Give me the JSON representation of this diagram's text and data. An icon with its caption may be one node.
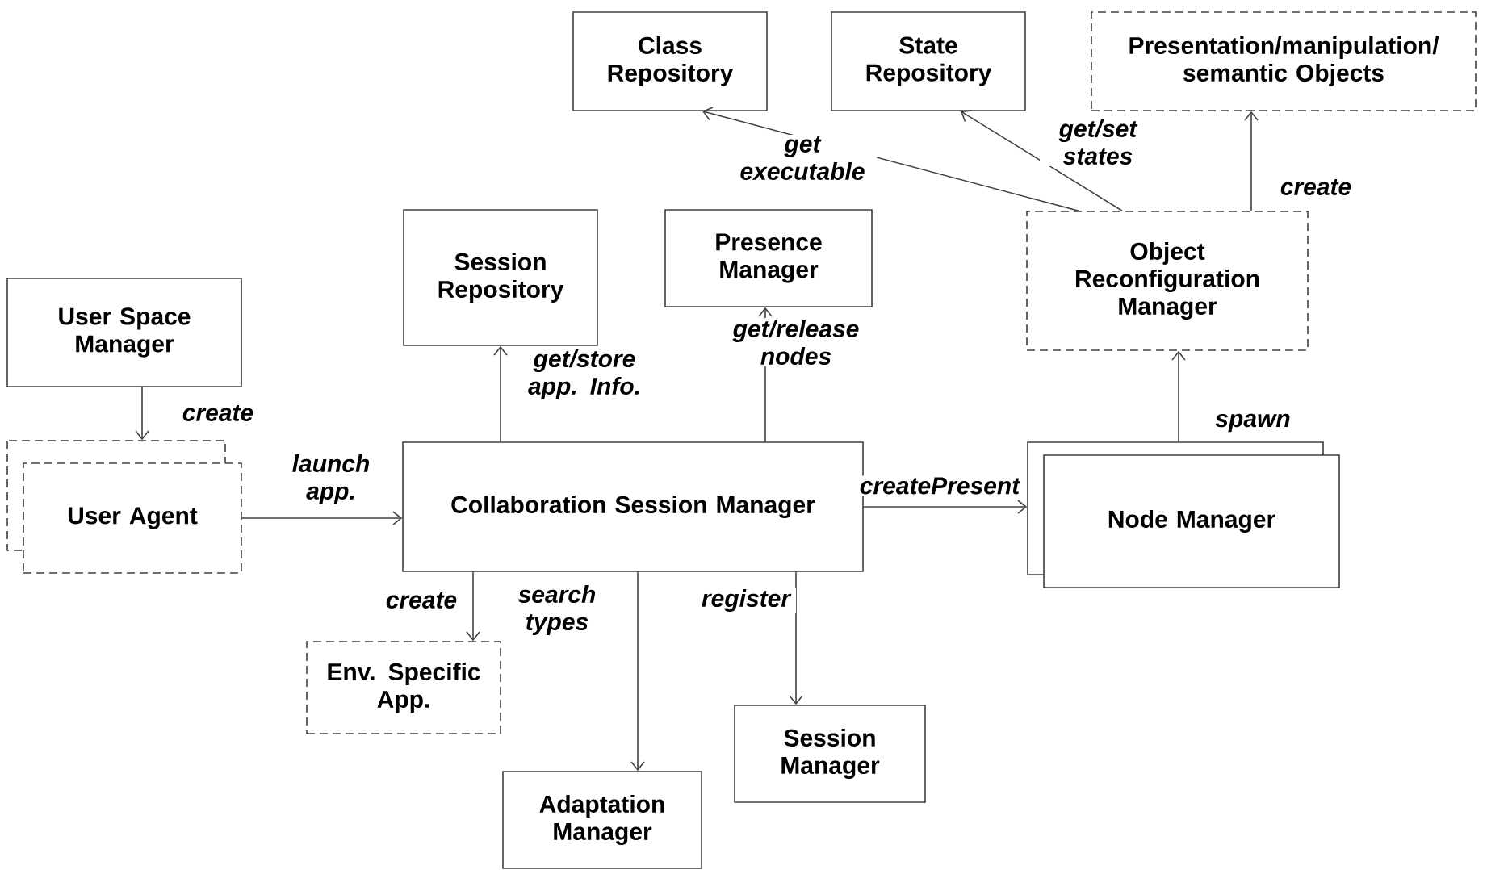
{
  "diagram": {
    "nodes": [
      {
        "text": [
          "Class Repository"
        ]
      },
      {
        "text": [
          "State Repository"
        ]
      },
      {
        "text": [
          "Presentation/manipulation/ semantic Objects"
        ]
      },
      {
        "text": [
          "Session Repository"
        ]
      },
      {
        "text": [
          "Presence Manager"
        ]
      },
      {
        "text": [
          "Object Reconfiguration Manager"
        ]
      },
      {
        "text": [
          "User Space Manager"
        ]
      },
      {
        "text": [
          "User Agent"
        ]
      },
      {
        "text": [
          "Collaboration Session Manager"
        ]
      },
      {
        "text": [
          "Node Manager"
        ]
      },
      {
        "text": [
          "Env. Specific App."
        ]
      },
      {
        "text": [
          "Session Manager"
        ]
      },
      {
        "text": [
          "Adaptation Manager"
        ]
      }
    ],
    "edges": [
      {
        "from": 6,
        "to": 7,
        "arrow": "to",
        "label": "create"
      },
      {
        "from": 7,
        "to": 8,
        "arrow": "to",
        "label": "launch app."
      },
      {
        "from": 8,
        "to": 3,
        "arrow": "to",
        "label": "get/store app. Info."
      },
      {
        "from": 8,
        "to": 4,
        "arrow": "to",
        "label": "get/release nodes"
      },
      {
        "from": 8,
        "to": 9,
        "arrow": "to",
        "label": "createPresent"
      },
      {
        "from": 9,
        "to": 5,
        "arrow": "to",
        "label": "spawn"
      },
      {
        "from": 5,
        "to": 0,
        "arrow": "to",
        "label": "get executable"
      },
      {
        "from": 5,
        "to": 1,
        "arrow": "to",
        "label": "get/set states"
      },
      {
        "from": 5,
        "to": 2,
        "arrow": "to",
        "label": "create"
      },
      {
        "from": 8,
        "to": 10,
        "arrow": "to",
        "label": "create"
      },
      {
        "from": 8,
        "to": 12,
        "arrow": "to",
        "label": "search types"
      },
      {
        "from": 8,
        "to": 11,
        "arrow": "to",
        "label": "register"
      }
    ]
  }
}
